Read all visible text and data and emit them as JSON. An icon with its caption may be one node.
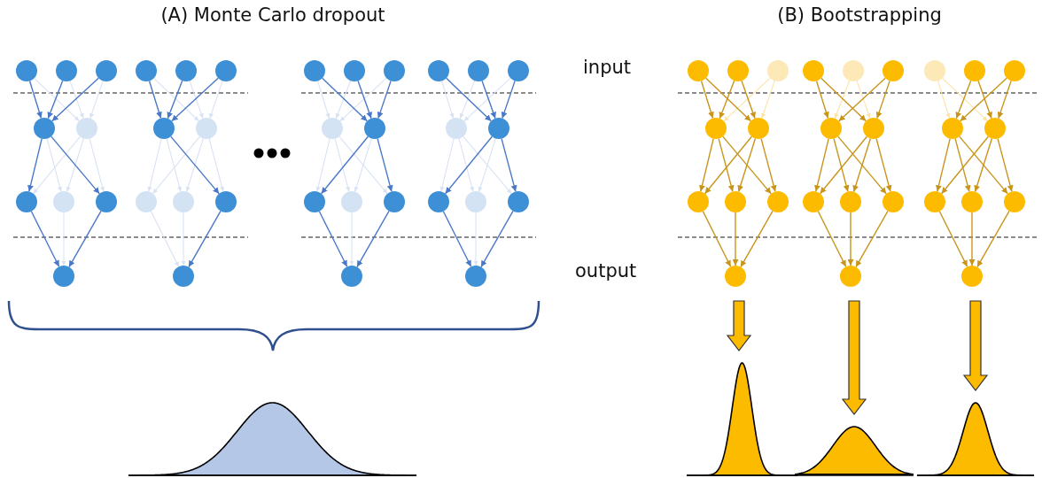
{
  "diagram": {
    "nodes": [
      {
        "text": [],
        "shape": "picture"
      },
      {
        "text": [],
        "shape": "picture"
      },
      {
        "text": [],
        "shape": "picture"
      },
      {
        "text": [],
        "shape": "picture"
      },
      {
        "text": [],
        "shape": "picture"
      },
      {
        "text": [],
        "shape": "picture"
      },
      {
        "text": [],
        "shape": "picture"
      },
      {
        "text": [],
        "shape": "picture"
      },
      {
        "text": [],
        "shape": "picture"
      },
      {
        "text": [],
        "shape": "picture"
      },
      {
        "text": [],
        "shape": "picture"
      }
    ],
    "edges": [
      {
        "from": 4,
        "to": 8,
        "arrow": "to"
      },
      {
        "from": 5,
        "to": 9,
        "arrow": "to"
      },
      {
        "from": 6,
        "to": 10,
        "arrow": "to"
      }
    ],
    "labels": [
      "(A) Monte Carlo dropout",
      "(B) Bootstrapping",
      "input",
      "output"
    ]
  }
}
